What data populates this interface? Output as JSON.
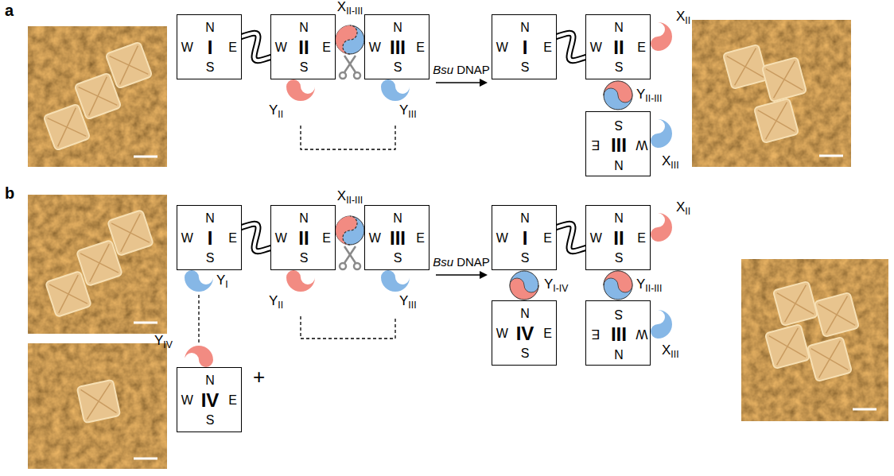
{
  "diagram": {
    "nodes": [
      {
        "text": [
          "N",
          "W",
          "I",
          "E",
          "S"
        ]
      },
      {
        "text": [
          "N",
          "W",
          "II",
          "E",
          "S"
        ]
      },
      {
        "text": [
          "N",
          "W",
          "III",
          "E",
          "S"
        ]
      },
      {
        "text": [
          "N",
          "W",
          "I",
          "E",
          "S"
        ]
      },
      {
        "text": [
          "N",
          "W",
          "II",
          "E",
          "S"
        ]
      },
      {
        "text": [
          "S",
          "E",
          "III",
          "W",
          "N"
        ]
      },
      {
        "text": [
          "N",
          "W",
          "I",
          "E",
          "S"
        ]
      },
      {
        "text": [
          "N",
          "W",
          "II",
          "E",
          "S"
        ]
      },
      {
        "text": [
          "N",
          "W",
          "III",
          "E",
          "S"
        ]
      },
      {
        "text": [
          "N",
          "W",
          "IV",
          "E",
          "S"
        ]
      },
      {
        "text": [
          "N",
          "W",
          "I",
          "E",
          "S"
        ]
      },
      {
        "text": [
          "N",
          "W",
          "II",
          "E",
          "S"
        ]
      },
      {
        "text": [
          "N",
          "W",
          "IV",
          "E",
          "S"
        ]
      },
      {
        "text": [
          "S",
          "E",
          "III",
          "W",
          "N"
        ]
      }
    ],
    "edges": [
      {
        "from": 0,
        "to": 1,
        "arrow": "none"
      },
      {
        "from": 3,
        "to": 4,
        "arrow": "none"
      },
      {
        "from": 6,
        "to": 7,
        "arrow": "none"
      },
      {
        "from": 10,
        "to": 11,
        "arrow": "none"
      }
    ],
    "labels": [
      "a",
      "XII-III",
      "YII",
      "YIII",
      "Bsu DNAP",
      "XII",
      "YII-III",
      "XIII",
      "b",
      "XII-III",
      "YI",
      "YII",
      "YIII",
      "YIV",
      "+",
      "Bsu DNAP",
      "YI-IV",
      "XII",
      "YII-III",
      "XIII"
    ]
  }
}
